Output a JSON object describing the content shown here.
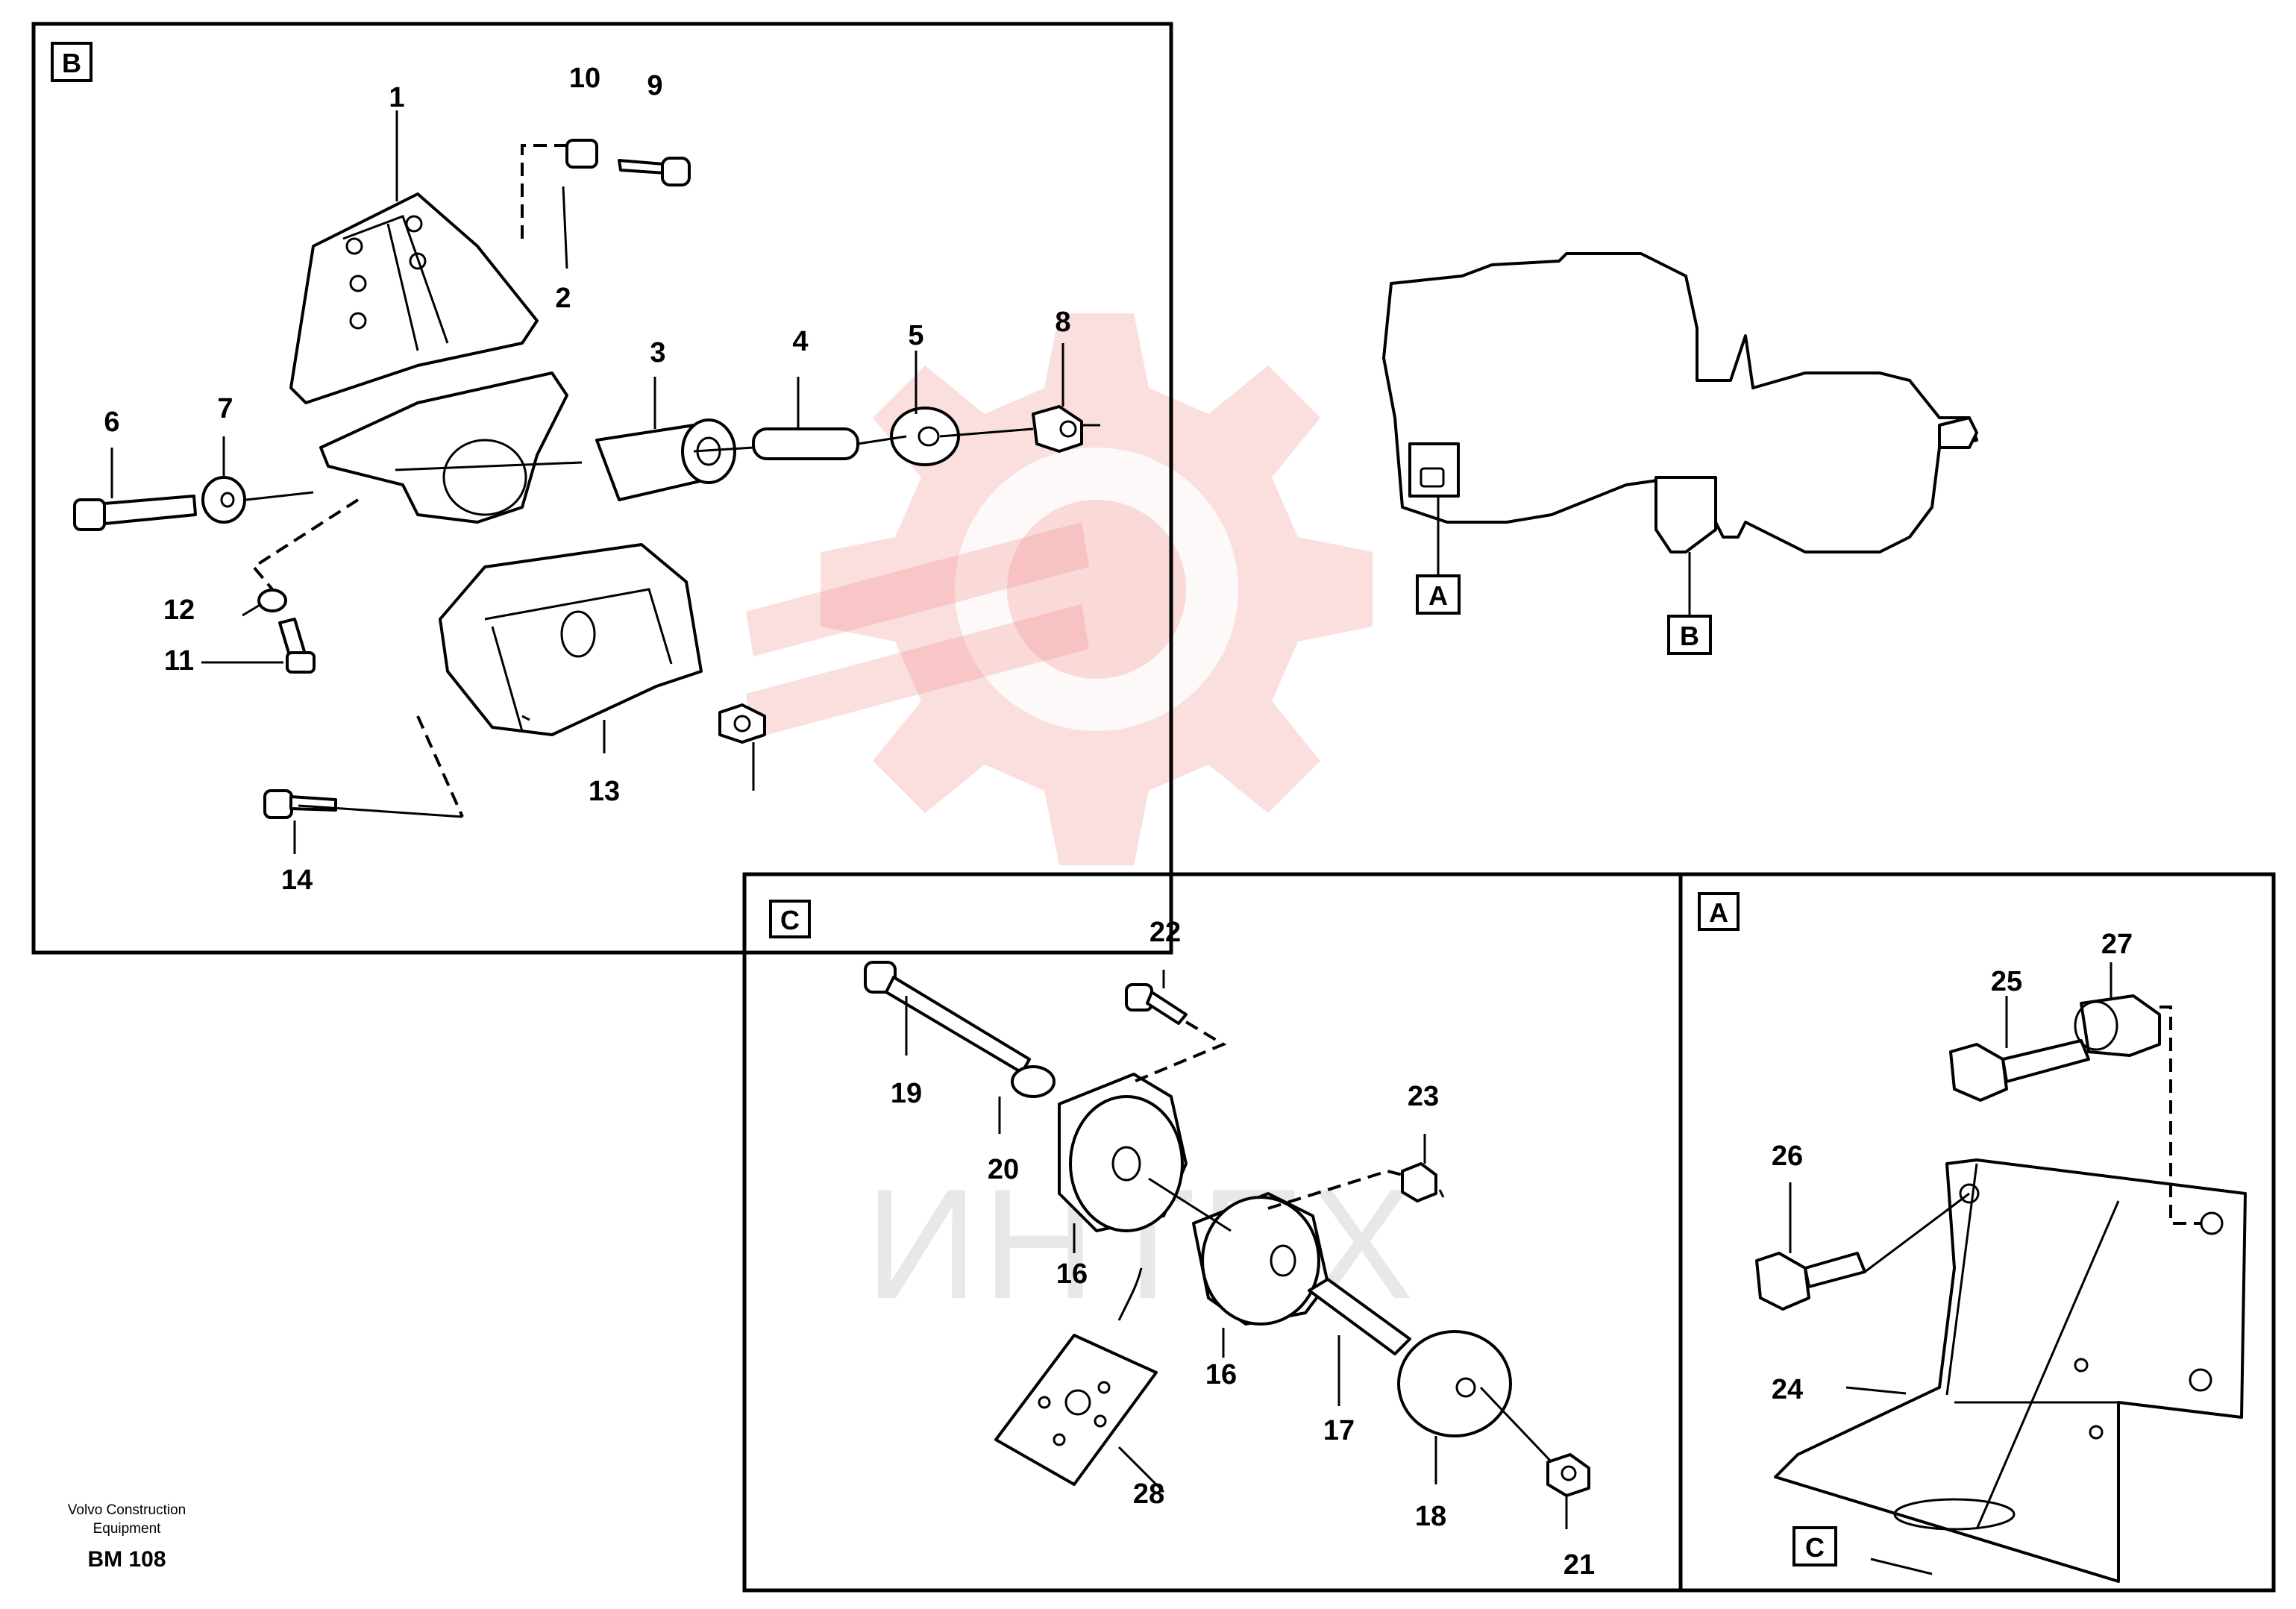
{
  "panels": [
    {
      "id": "B",
      "label": "B"
    },
    {
      "id": "C",
      "label": "C"
    },
    {
      "id": "A",
      "label": "A"
    }
  ],
  "overview_callouts": {
    "a": "A",
    "b": "B"
  },
  "panel_a_callout": "C",
  "callouts": {
    "p1": "1",
    "p2": "2",
    "p3": "3",
    "p4": "4",
    "p5": "5",
    "p6": "6",
    "p7": "7",
    "p8": "8",
    "p9": "9",
    "p10": "10",
    "p11": "11",
    "p12": "12",
    "p13": "13",
    "p14": "14",
    "p16a": "16",
    "p16b": "16",
    "p17": "17",
    "p18": "18",
    "p19": "19",
    "p20": "20",
    "p21": "21",
    "p22": "22",
    "p23": "23",
    "p24": "24",
    "p25": "25",
    "p26": "26",
    "p27": "27",
    "p28": "28"
  },
  "watermark": {
    "text": "ИНТЕХ"
  },
  "footer": {
    "line1": "Volvo Construction",
    "line2": "Equipment",
    "code": "BM 108"
  },
  "colors": {
    "watermark": "#f28a8a",
    "ink": "#000000"
  }
}
